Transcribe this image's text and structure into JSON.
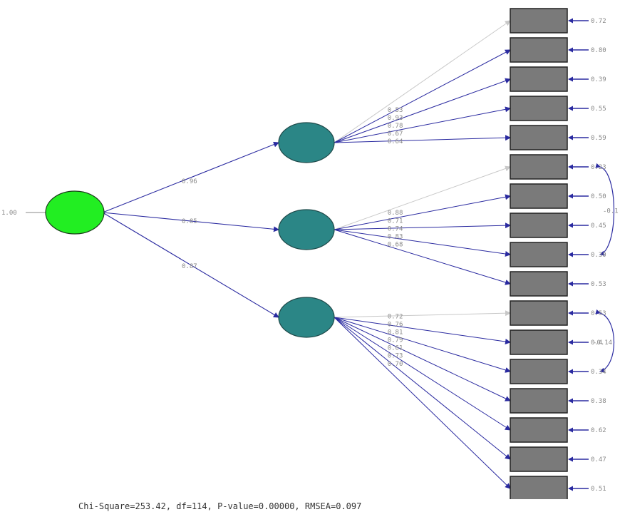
{
  "colors": {
    "root_fill": "#22ee22",
    "latent_fill": "#2b8686",
    "box_fill": "#7a7a7a",
    "path_blue": "#2a2aa0",
    "path_gray": "#c8c8c8"
  },
  "root": {
    "variance": "1.00",
    "label": ""
  },
  "structural_loadings": [
    "0.96",
    "0.85",
    "0.87"
  ],
  "factors": [
    {
      "label": "",
      "indicators": [
        {
          "label": "",
          "loading": "0.53",
          "error": "0.72",
          "reference": true
        },
        {
          "label": "",
          "loading": "0.93",
          "error": "0.80",
          "reference": false
        },
        {
          "label": "",
          "loading": "0.78",
          "error": "0.39",
          "reference": false
        },
        {
          "label": "",
          "loading": "0.67",
          "error": "0.55",
          "reference": false
        },
        {
          "label": "",
          "loading": "0.64",
          "error": "0.59",
          "reference": false
        }
      ]
    },
    {
      "label": "",
      "indicators": [
        {
          "label": "",
          "loading": "0.88",
          "error": "0.23",
          "reference": true
        },
        {
          "label": "",
          "loading": "0.71",
          "error": "0.50",
          "reference": false
        },
        {
          "label": "",
          "loading": "0.74",
          "error": "0.45",
          "reference": false
        },
        {
          "label": "",
          "loading": "0.83",
          "error": "0.30",
          "reference": false
        },
        {
          "label": "",
          "loading": "0.68",
          "error": "0.53",
          "reference": false
        }
      ]
    },
    {
      "label": "",
      "indicators": [
        {
          "label": "",
          "loading": "0.72",
          "error": "0.53",
          "reference": true
        },
        {
          "label": "",
          "loading": "0.76",
          "error": "0.4",
          "reference": false
        },
        {
          "label": "",
          "loading": "0.81",
          "error": "0.34",
          "reference": false
        },
        {
          "label": "",
          "loading": "0.79",
          "error": "0.38",
          "reference": false
        },
        {
          "label": "",
          "loading": "0.61",
          "error": "0.62",
          "reference": false
        },
        {
          "label": "",
          "loading": "0.73",
          "error": "0.47",
          "reference": false
        },
        {
          "label": "",
          "loading": "0.70",
          "error": "0.51",
          "reference": false
        }
      ]
    }
  ],
  "error_covariances": [
    {
      "from_indicator": 5,
      "to_indicator": 8,
      "value": "-0.1"
    },
    {
      "from_indicator": 10,
      "to_indicator": 12,
      "value": "-0.14"
    }
  ],
  "fit_statistics": "Chi-Square=253.42, df=114, P-value=0.00000, RMSEA=0.097"
}
